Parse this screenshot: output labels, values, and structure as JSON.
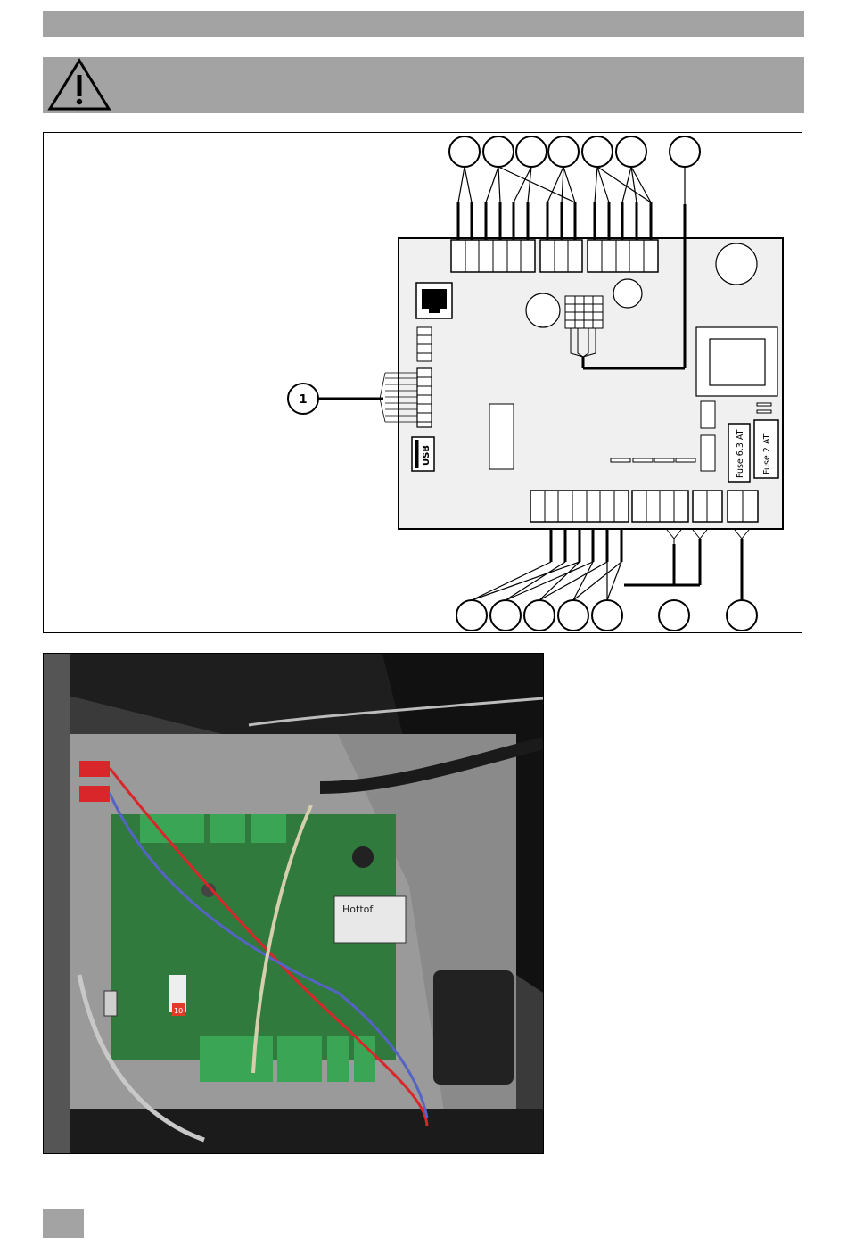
{
  "diagram": {
    "connector_1_label": "1",
    "usb_label": "USB",
    "fuse_1_label": "Fuse 6.3 AT",
    "fuse_2_label": "Fuse 2 AT"
  },
  "photo": {
    "transformer_brand": "Hottof",
    "relay_label": "10"
  },
  "colors": {
    "header_gray": "#a3a3a3",
    "pcb_fill": "#f0f0f0",
    "pcb_green": "#2f7a3c",
    "terminal_green": "#3aa655",
    "wire_red": "#d8262b",
    "wire_blue": "#5563c4"
  },
  "icons": [
    "warning-triangle-icon"
  ]
}
